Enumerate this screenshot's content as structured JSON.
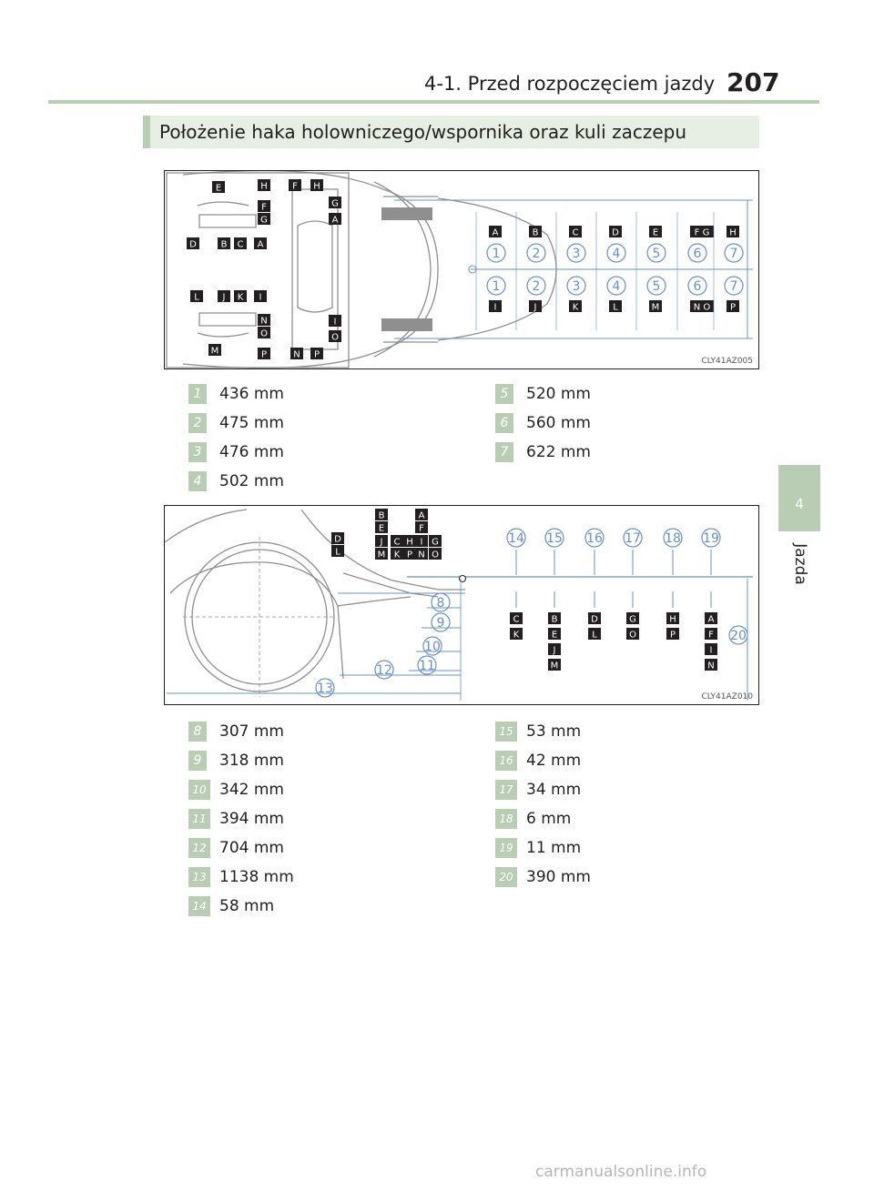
{
  "header": {
    "section_title": "4-1. Przed rozpoczęciem jazdy",
    "page_number": "207"
  },
  "side_tab": {
    "chapter_number": "4",
    "chapter_label": "Jazda"
  },
  "section": {
    "title": "Położenie haka holowniczego/wspornika oraz kuli zaczepu"
  },
  "figure_top": {
    "code": "CLY41AZ005",
    "letters_top_row": [
      "A",
      "B",
      "C",
      "D",
      "E",
      "F G",
      "H"
    ],
    "letters_bottom_row": [
      "I",
      "J",
      "K",
      "L",
      "M",
      "N O",
      "P"
    ],
    "numbers": [
      "1",
      "2",
      "3",
      "4",
      "5",
      "6",
      "7"
    ],
    "inset_labels_top": [
      "E",
      "H",
      "F",
      "G",
      "D",
      "B",
      "C",
      "A"
    ],
    "inset_labels_bottom": [
      "L",
      "J",
      "K",
      "I",
      "N",
      "O",
      "M",
      "P"
    ],
    "center_labels": [
      "F",
      "H",
      "G",
      "A",
      "I",
      "O",
      "N",
      "P"
    ]
  },
  "figure_side": {
    "code": "CLY41AZ010",
    "numbers": [
      "14",
      "15",
      "16",
      "17",
      "18",
      "19"
    ],
    "arrow_labels": [
      [
        "C",
        "K"
      ],
      [
        "B",
        "E",
        "J",
        "M"
      ],
      [
        "D",
        "L"
      ],
      [
        "G",
        "O"
      ],
      [
        "H",
        "P"
      ],
      [
        "A",
        "F",
        "I",
        "N"
      ]
    ],
    "dim_numbers": [
      "8",
      "9",
      "10",
      "11",
      "12",
      "13",
      "20"
    ],
    "top_labels": [
      "D",
      "L",
      "B",
      "E",
      "J",
      "M",
      "C",
      "K",
      "H",
      "P",
      "A",
      "F",
      "I",
      "N",
      "G",
      "O"
    ]
  },
  "list_top": {
    "left": [
      {
        "num": "1",
        "value": "436 mm"
      },
      {
        "num": "2",
        "value": "475 mm"
      },
      {
        "num": "3",
        "value": "476 mm"
      },
      {
        "num": "4",
        "value": "502 mm"
      }
    ],
    "right": [
      {
        "num": "5",
        "value": "520 mm"
      },
      {
        "num": "6",
        "value": "560 mm"
      },
      {
        "num": "7",
        "value": "622 mm"
      }
    ]
  },
  "list_bottom": {
    "left": [
      {
        "num": "8",
        "value": "307 mm"
      },
      {
        "num": "9",
        "value": "318 mm"
      },
      {
        "num": "10",
        "value": "342 mm"
      },
      {
        "num": "11",
        "value": "394 mm"
      },
      {
        "num": "12",
        "value": "704 mm"
      },
      {
        "num": "13",
        "value": "1138 mm"
      },
      {
        "num": "14",
        "value": "58 mm"
      }
    ],
    "right": [
      {
        "num": "15",
        "value": "53 mm"
      },
      {
        "num": "16",
        "value": "42 mm"
      },
      {
        "num": "17",
        "value": "34 mm"
      },
      {
        "num": "18",
        "value": "6 mm"
      },
      {
        "num": "19",
        "value": "11 mm"
      },
      {
        "num": "20",
        "value": "390 mm"
      }
    ]
  },
  "footer": {
    "watermark": "carmanualsonline.info"
  },
  "colors": {
    "accent_green": "#b9cdb4",
    "header_bg": "#e7eee3",
    "dimension_blue": "#6a8fc7",
    "text": "#231f20"
  }
}
